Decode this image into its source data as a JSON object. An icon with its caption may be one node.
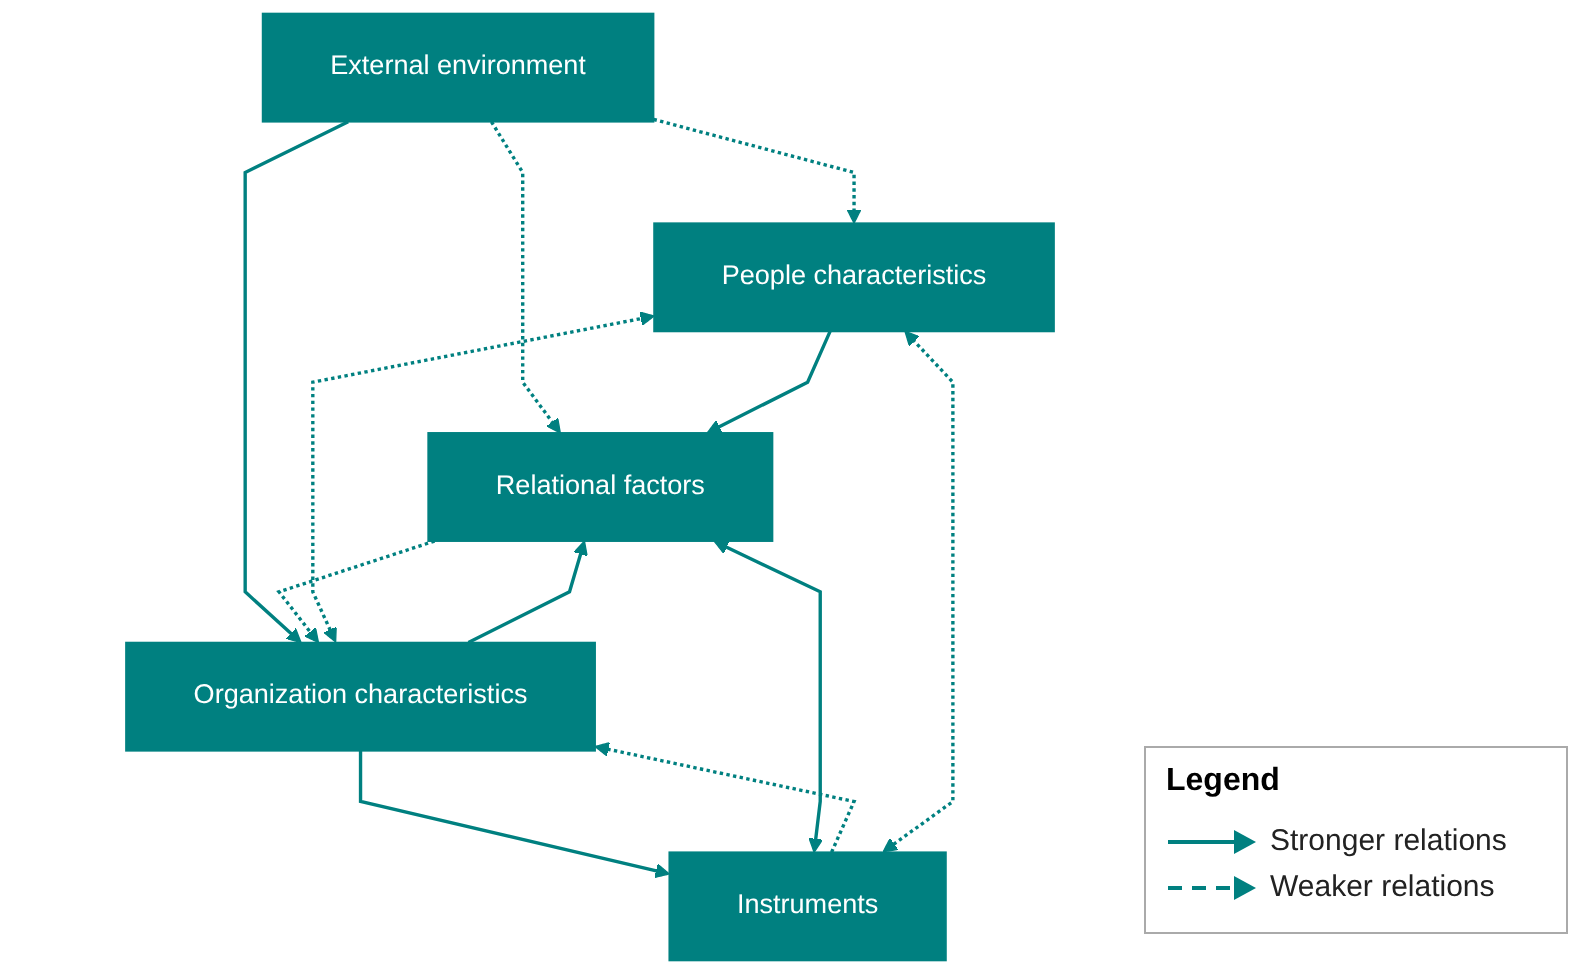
{
  "diagram": {
    "nodes": [
      {
        "text": [
          "External environment"
        ]
      },
      {
        "text": [
          "People characteristics"
        ]
      },
      {
        "text": [
          "Organization characteristics"
        ]
      },
      {
        "text": [
          "Relational factors"
        ]
      },
      {
        "text": [
          "Instruments"
        ]
      }
    ],
    "edges": [
      {
        "from": 0,
        "to": 1,
        "arrow": "to",
        "style": "dashed"
      },
      {
        "from": 0,
        "to": 3,
        "arrow": "to",
        "style": "dashed"
      },
      {
        "from": 0,
        "to": 2,
        "arrow": "to"
      },
      {
        "from": 2,
        "to": 1,
        "arrow": "both",
        "style": "dashed"
      },
      {
        "from": 1,
        "to": 3,
        "arrow": "to"
      },
      {
        "from": 3,
        "to": 2,
        "arrow": "to",
        "style": "dashed"
      },
      {
        "from": 2,
        "to": 3,
        "arrow": "to"
      },
      {
        "from": 2,
        "to": 4,
        "arrow": "to"
      },
      {
        "from": 4,
        "to": 2,
        "arrow": "to",
        "style": "dashed"
      },
      {
        "from": 4,
        "to": 1,
        "arrow": "both",
        "style": "dashed"
      },
      {
        "from": 3,
        "to": 4,
        "arrow": "both"
      }
    ],
    "labels": [
      "Legend"
    ],
    "legend": [
      {
        "text": "Stronger relations"
      },
      {
        "text": "Weaker relations"
      }
    ]
  }
}
